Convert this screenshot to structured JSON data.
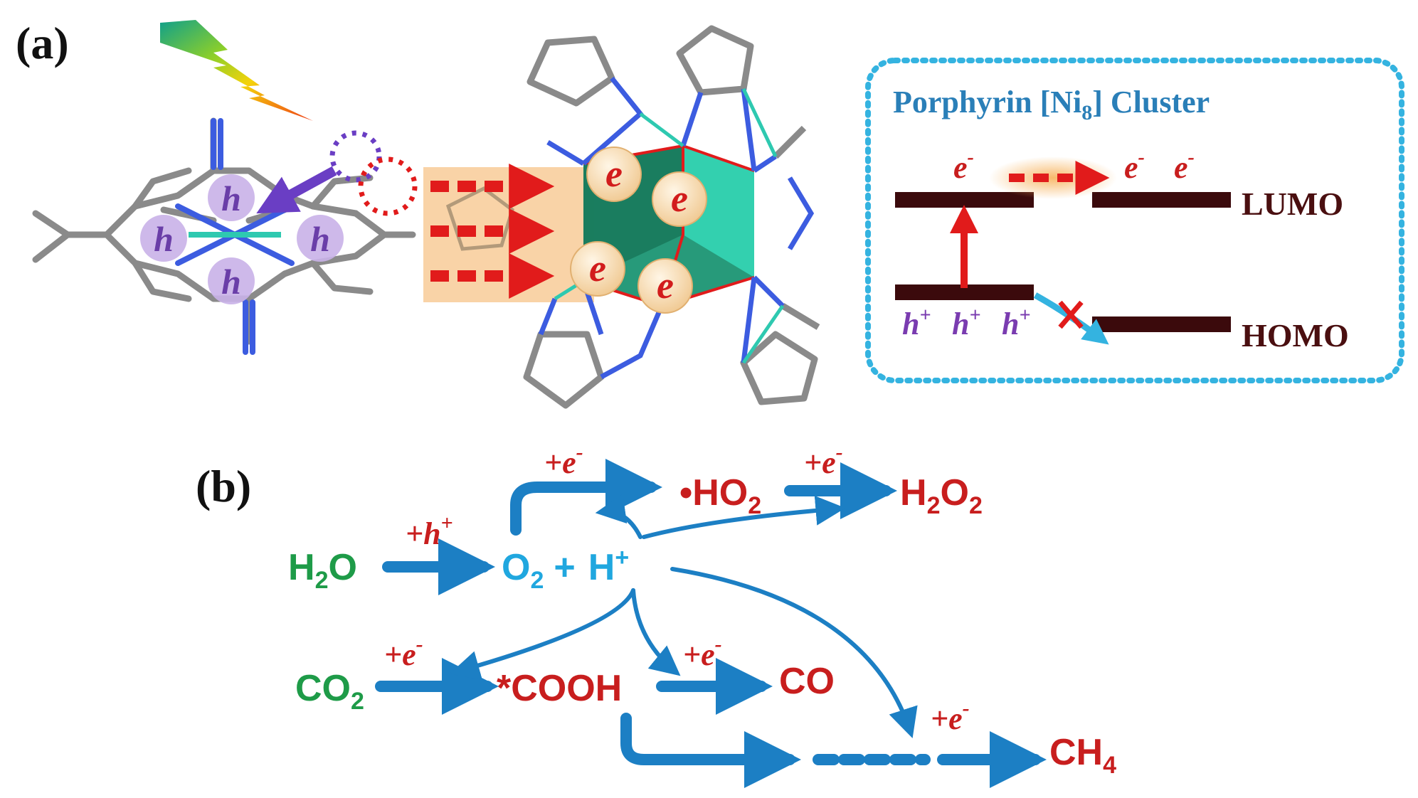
{
  "panel_a": {
    "label": "(a)",
    "hole_symbol": "h",
    "electron_symbol": "e",
    "energy_box": {
      "title": "Porphyrin  [Ni",
      "title_sub": "8",
      "title_end": "] Cluster",
      "electron_left": "e",
      "electron_mid": "e",
      "electron_right": "e",
      "electron_sup": "-",
      "hole": "h",
      "hole_sup": "+",
      "lumo": "LUMO",
      "homo": "HOMO"
    }
  },
  "panel_b": {
    "label": "(b)",
    "species": {
      "h2o_1": "H",
      "h2o_sub": "2",
      "h2o_2": "O",
      "o2": "O",
      "o2_sub": "2",
      "plus": "+",
      "hplus": "H",
      "hplus_sup": "+",
      "ho2_1": "•HO",
      "ho2_sub": "2",
      "h2o2_1": "H",
      "h2o2_sub1": "2",
      "h2o2_2": "O",
      "h2o2_sub2": "2",
      "co2": "CO",
      "co2_sub": "2",
      "cooh": "*COOH",
      "co": "CO",
      "ch4": "CH",
      "ch4_sub": "4"
    },
    "labels": {
      "plus_h": "+h",
      "plus_h_sup": "+",
      "plus_e": "+e",
      "plus_e_sup": "-"
    }
  },
  "colors": {
    "green": "#1e9b48",
    "cyan": "#20a7df",
    "red": "#c81e1e",
    "arrow_blue": "#1c7fc4",
    "box_border": "#34b3e0",
    "mo_bar": "#3b0a0c"
  }
}
